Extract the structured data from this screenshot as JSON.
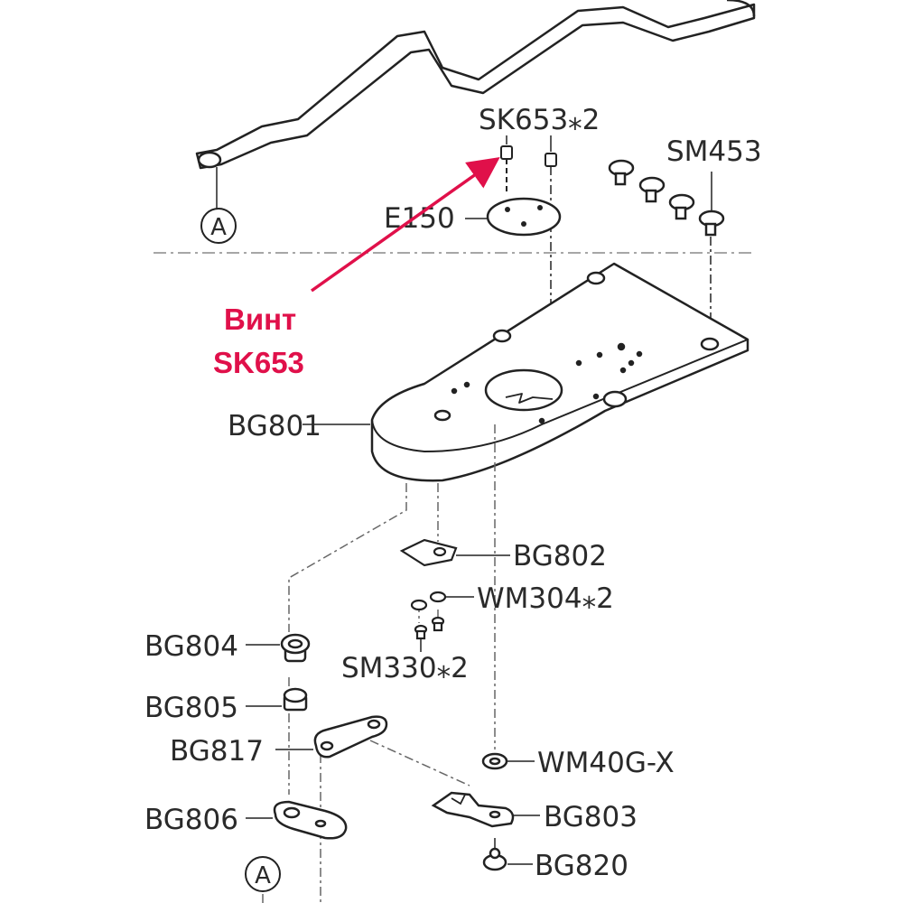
{
  "callout": {
    "line1": "Винт",
    "line2": "SK653",
    "color": "#e0104a"
  },
  "labels": {
    "sk653": "SK653⁎2",
    "sm453": "SM453",
    "e150": "E150",
    "bg801": "BG801",
    "bg802": "BG802",
    "wm304": "WM304⁎2",
    "sm330": "SM330⁎2",
    "bg804": "BG804",
    "bg805": "BG805",
    "bg817": "BG817",
    "wm40g": "WM40G-X",
    "bg806": "BG806",
    "bg803": "BG803",
    "bg820": "BG820"
  },
  "markers": {
    "top": "A",
    "bottom": "A"
  }
}
